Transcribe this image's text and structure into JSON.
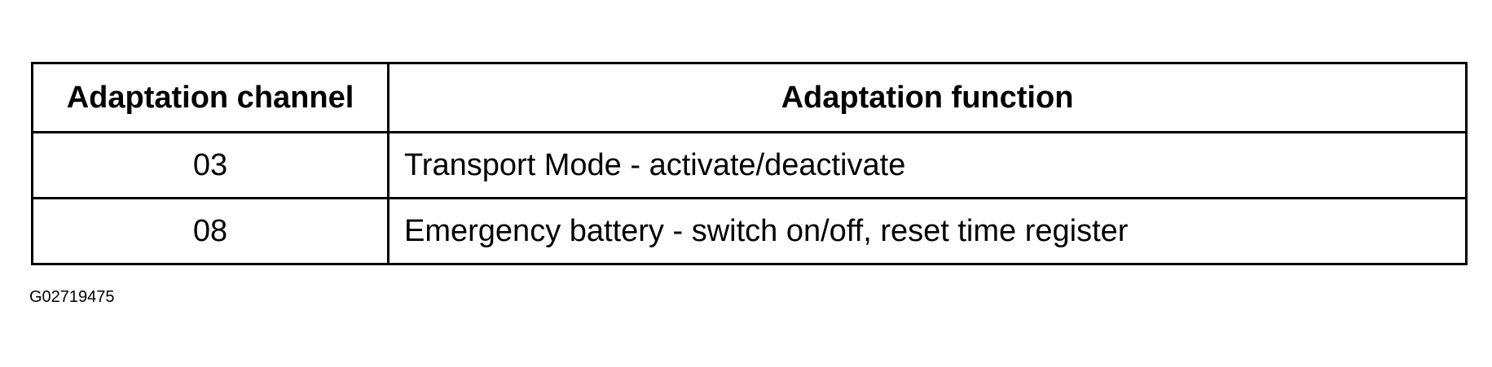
{
  "table": {
    "headers": [
      "Adaptation channel",
      "Adaptation function"
    ],
    "rows": [
      {
        "channel": "03",
        "function": "Transport Mode - activate/deactivate"
      },
      {
        "channel": "08",
        "function": "Emergency battery - switch on/off, reset time register"
      }
    ]
  },
  "figure_id": "G02719475"
}
